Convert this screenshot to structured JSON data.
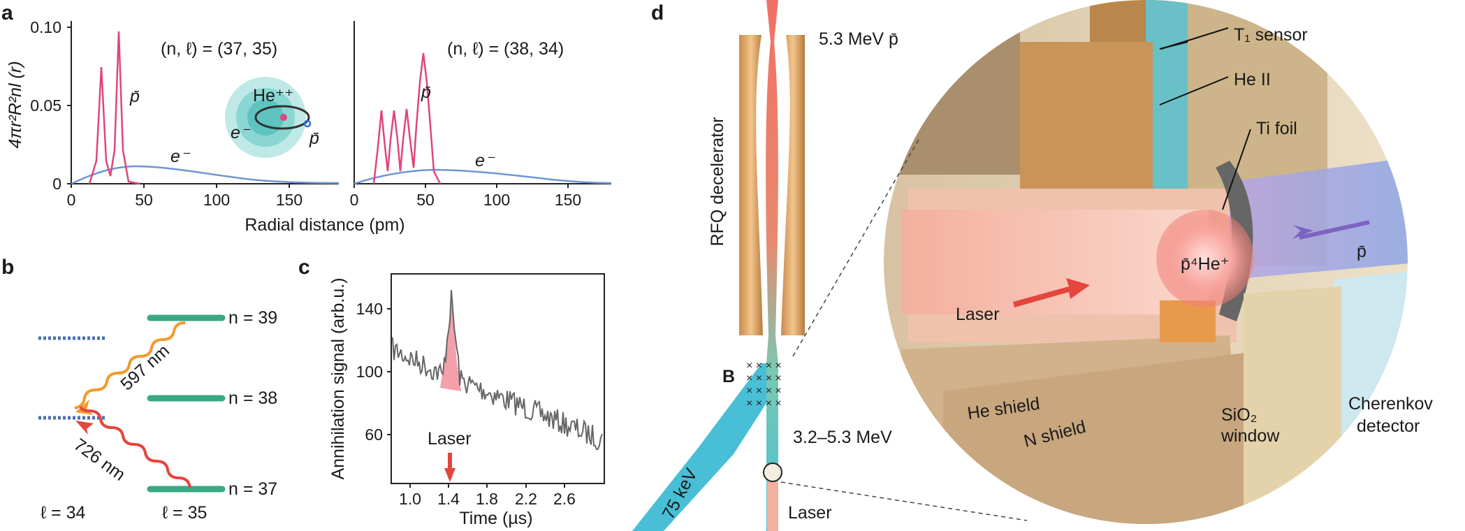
{
  "panels": {
    "a": {
      "label": "a",
      "ylabel": "4πr²R²nl (r)",
      "xlabel": "Radial distance (pm)",
      "y_ticks": [
        "0",
        "0.05",
        "0.10"
      ],
      "x_ticks": [
        "0",
        "50",
        "100",
        "150"
      ],
      "left": {
        "state": "(n, ℓ) = (37, 35)",
        "pbar": "p̄",
        "electron": "e⁻"
      },
      "right": {
        "state": "(n, ℓ) = (38, 34)",
        "pbar": "p̄",
        "electron": "e⁻"
      },
      "inset": {
        "nucleus": "He⁺⁺",
        "electron": "e⁻",
        "pbar": "p̄"
      },
      "colors": {
        "antiproton": "#e0457a",
        "electron": "#6f95d3"
      }
    },
    "b": {
      "label": "b",
      "levels": [
        "n = 39",
        "n = 38",
        "n = 37"
      ],
      "wavelengths": [
        "597 nm",
        "726 nm"
      ],
      "l_labels": [
        "ℓ = 34",
        "ℓ = 35"
      ],
      "colors": {
        "level": "#3aa885",
        "dashed": "#4a6fb0",
        "w597": "#f39a2c",
        "w726": "#e5453c"
      }
    },
    "c": {
      "label": "c",
      "ylabel": "Annihilation signal (arb.u.)",
      "xlabel": "Time (µs)",
      "y_ticks": [
        "60",
        "100",
        "140"
      ],
      "x_ticks": [
        "1.0",
        "1.4",
        "1.8",
        "2.2",
        "2.6"
      ],
      "annotation": "Laser"
    },
    "d": {
      "label": "d",
      "top_beam": "5.3 MeV p̄",
      "rfq": "RFQ decelerator",
      "field": "B",
      "energy_range": "3.2–5.3 MeV",
      "low_energy": "75 keV",
      "laser_bottom": "Laser",
      "sensor": "T₁ sensor",
      "he2": "He II",
      "foil": "Ti foil",
      "pbar": "p̄",
      "atom": "p̄⁴He⁺",
      "laser_inside": "Laser",
      "he_shield": "He shield",
      "n_shield": "N shield",
      "window": "SiO₂ window",
      "detector": "Cherenkov detector"
    }
  }
}
